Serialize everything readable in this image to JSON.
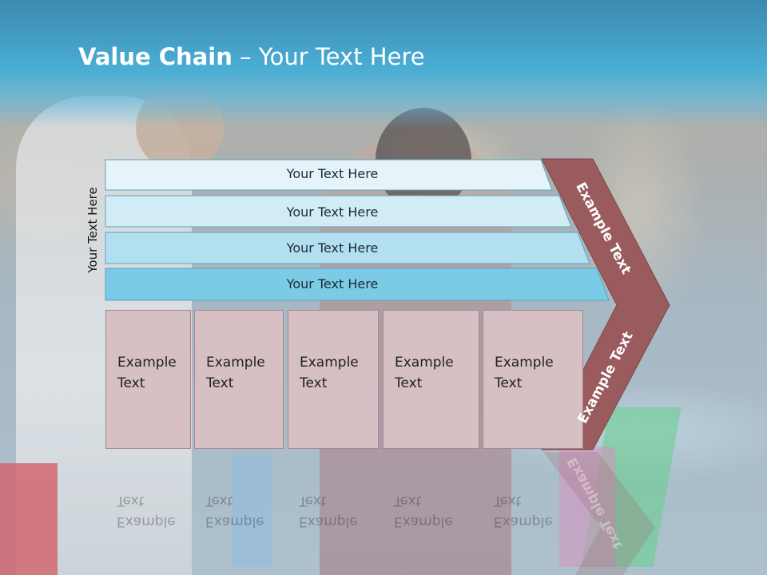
{
  "title": {
    "bold": "Value Chain",
    "rest": " – Your Text Here"
  },
  "side_label": "Your Text Here",
  "rows": [
    {
      "label": "Your Text Here",
      "color": "#e6f4fa"
    },
    {
      "label": "Your Text Here",
      "color": "#d2ecf6"
    },
    {
      "label": "Your Text Here",
      "color": "#b3e0f0"
    },
    {
      "label": "Your Text Here",
      "color": "#7ccbe6"
    }
  ],
  "boxes": [
    {
      "line1": "Example",
      "line2": "Text"
    },
    {
      "line1": "Example",
      "line2": "Text"
    },
    {
      "line1": "Example",
      "line2": "Text"
    },
    {
      "line1": "Example",
      "line2": "Text"
    },
    {
      "line1": "Example",
      "line2": "Text"
    }
  ],
  "chevron": {
    "upper_text": "Example Text",
    "lower_text": "Example Text",
    "color": "#9a5b5e"
  }
}
